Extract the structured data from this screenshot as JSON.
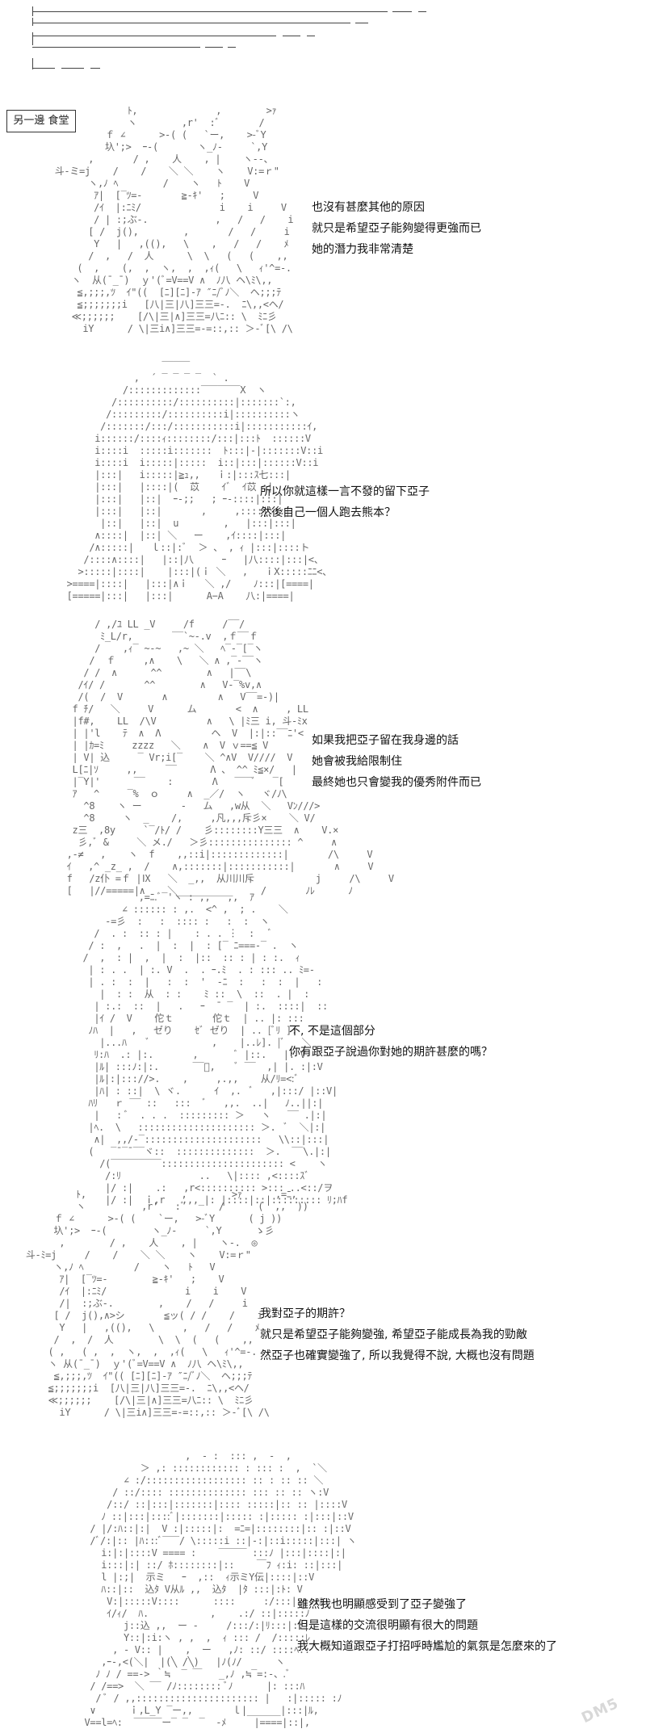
{
  "header": {
    "label": "另一邊 食堂"
  },
  "panels": [
    {
      "lines": [
        "也沒有甚麼其他的原因",
        "就只是希望亞子能夠變得更強而已",
        "她的潛力我非常清楚"
      ]
    },
    {
      "lines": [
        "所以你就這樣一言不發的留下亞子",
        "然後自己一個人跑去熊本？"
      ]
    },
    {
      "lines": [
        "如果我把亞子留在我身邊的話",
        "她會被我給限制住",
        "最終她也只會變我的優秀附件而已"
      ]
    },
    {
      "lines": [
        "不, 不是這個部分",
        "你有跟亞子說過你對她的期許甚麼的嗎？"
      ]
    },
    {
      "lines": [
        "我對亞子的期許？",
        "就只是希望亞子能夠變強, 希望亞子能成長為我的勁敵",
        "然亞子也確實變強了, 所以我覺得不說, 大概也沒有問題"
      ]
    },
    {
      "lines": [
        "雖然我也明顯感受到了亞子變強了",
        "但是這樣的交流很明顯有很大的問題",
        "我大概知道跟亞子打招呼時尷尬的氣氛是怎麼來的了"
      ]
    }
  ],
  "watermark": {
    "text": "DM5"
  }
}
